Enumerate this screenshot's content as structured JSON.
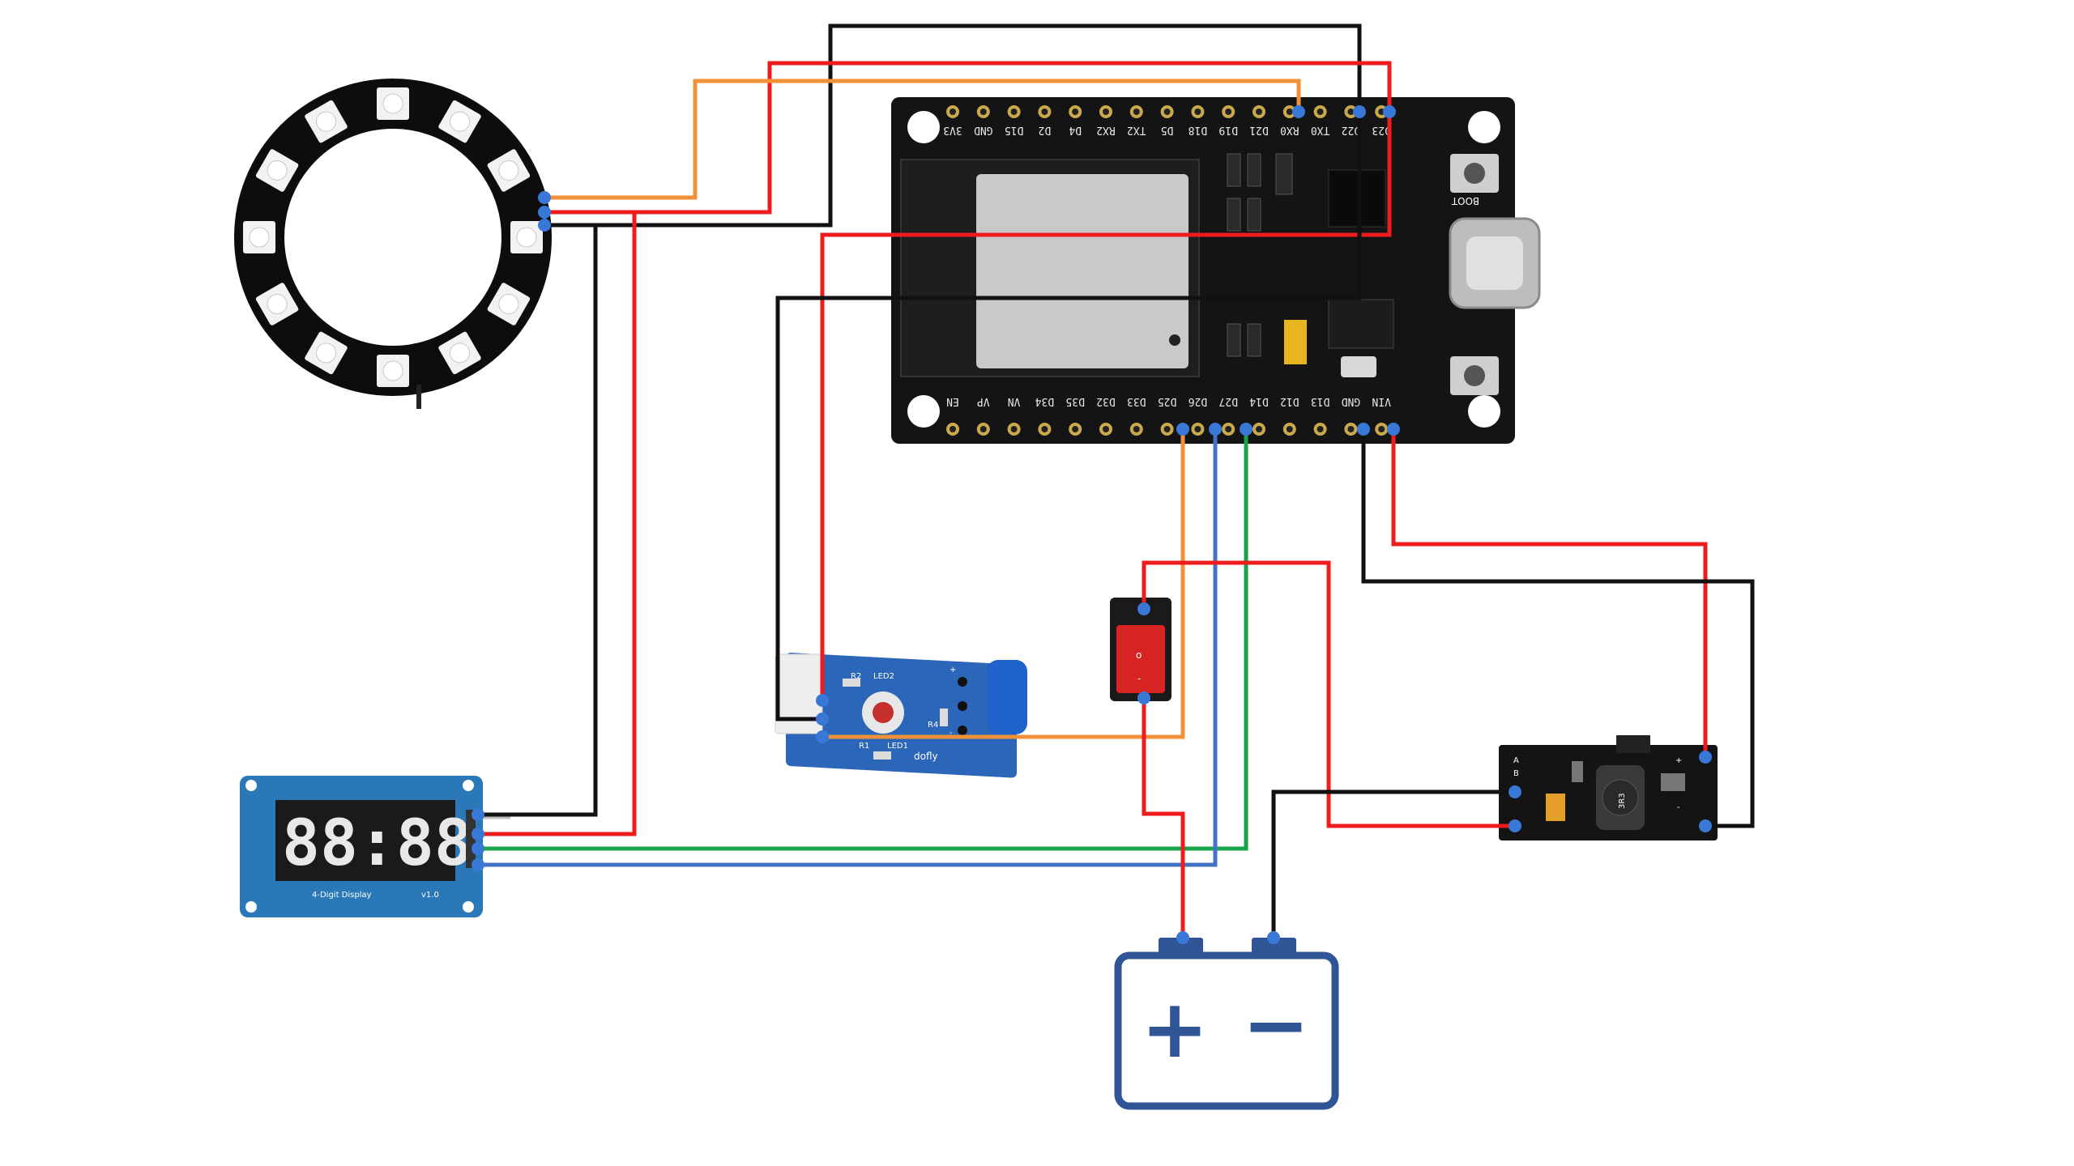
{
  "diagram": {
    "esp32": {
      "top_pins": [
        "D23",
        "D22",
        "TX0",
        "RX0",
        "D21",
        "D19",
        "D18",
        "D5",
        "TX2",
        "RX2",
        "D4",
        "D2",
        "D15",
        "GND",
        "3V3"
      ],
      "bottom_pins": [
        "EN",
        "VP",
        "VN",
        "D34",
        "D35",
        "D32",
        "D33",
        "D25",
        "D26",
        "D27",
        "D14",
        "D12",
        "D13",
        "GND",
        "VIN"
      ],
      "boot_label": "BOOT",
      "en_label": "EN"
    },
    "display": {
      "digits": "88:88",
      "caption": "4-Digit Display",
      "version": "v1.0"
    },
    "sensor": {
      "labels": [
        "R2",
        "LED2",
        "R1",
        "LED1",
        "R4",
        "+",
        "-"
      ],
      "brand": "dofly"
    },
    "boost": {
      "labels": [
        "A",
        "B",
        "+",
        "-",
        "3R3"
      ]
    },
    "switch": {
      "on_symbol": "o",
      "off_symbol": "-"
    },
    "battery": {
      "plus": "+",
      "minus": "−"
    },
    "colors": {
      "red": "#ee1c1c",
      "black": "#111111",
      "orange": "#f0913a",
      "blue": "#4472c4",
      "green": "#17a34a",
      "pin": "#3a78d8",
      "battery": "#2f5596"
    }
  }
}
